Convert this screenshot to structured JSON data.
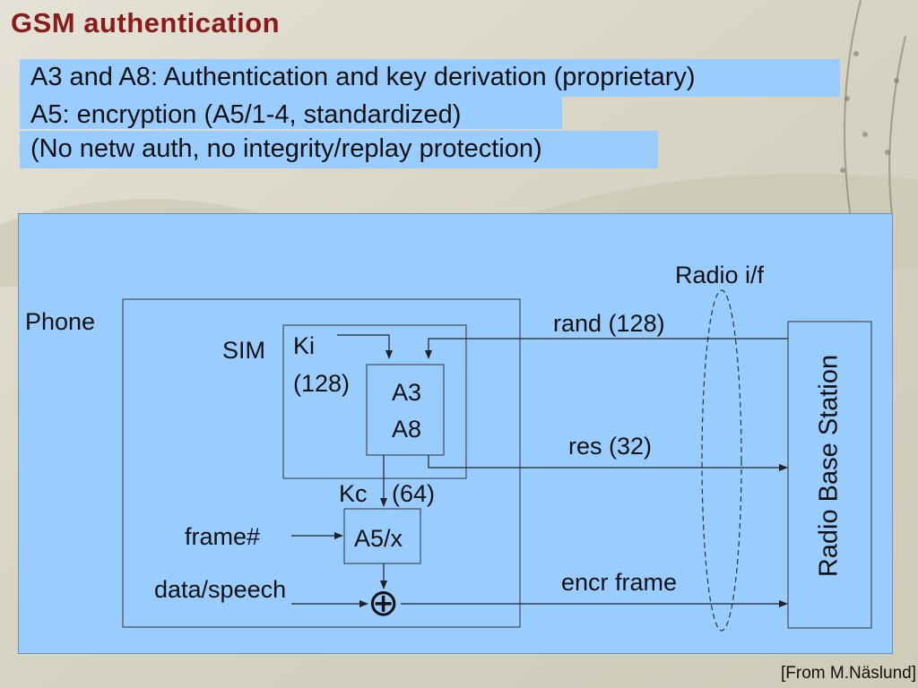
{
  "slide": {
    "title": "GSM authentication",
    "bullets": [
      "A3 and A8: Authentication and key derivation (proprietary)",
      "A5: encryption (A5/1-4, standardized)",
      "(No netw auth, no integrity/replay protection)"
    ],
    "credit": "[From M.Näslund]"
  },
  "diagram": {
    "phone_label": "Phone",
    "sim_label": "SIM",
    "ki_label": "Ki",
    "ki_bits": "(128)",
    "a3_label": "A3",
    "a8_label": "A8",
    "kc_label": "Kc",
    "kc_bits": "(64)",
    "frame_label": "frame#",
    "a5_label": "A5/x",
    "data_label": "data/speech",
    "xor_symbol": "⊕",
    "radio_label": "Radio i/f",
    "rand_label": "rand (128)",
    "res_label": "res (32)",
    "encr_label": "encr frame",
    "rbs_label": "Radio Base Station"
  },
  "colors": {
    "title": "#8b1a1a",
    "highlight": "#99ccff",
    "panel": "#99ccff"
  }
}
